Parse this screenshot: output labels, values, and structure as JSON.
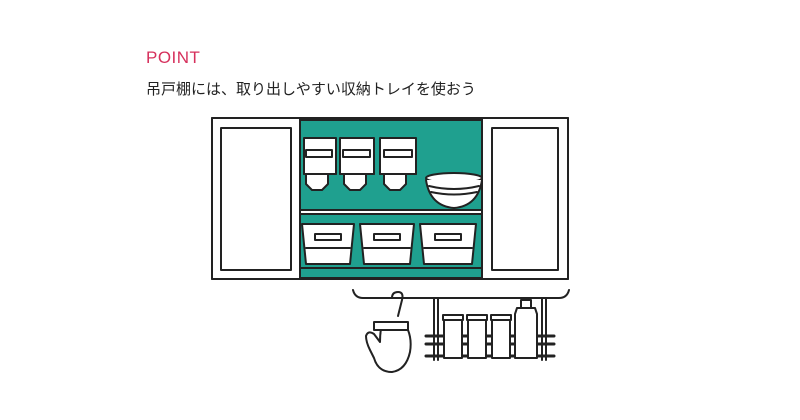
{
  "heading": "POINT",
  "caption": "吊戸棚には、取り出しやすい収納トレイを使おう",
  "colors": {
    "accent": "#d6305c",
    "cabinet_interior": "#1fa08f",
    "line": "#222222",
    "background": "#ffffff"
  },
  "illustration": {
    "subject": "wall-cabinet-with-storage-trays",
    "icons": [
      "pitcher-icon",
      "bowl-icon",
      "tray-icon",
      "oven-mitt-icon",
      "spice-rack-icon",
      "bottle-icon"
    ]
  }
}
